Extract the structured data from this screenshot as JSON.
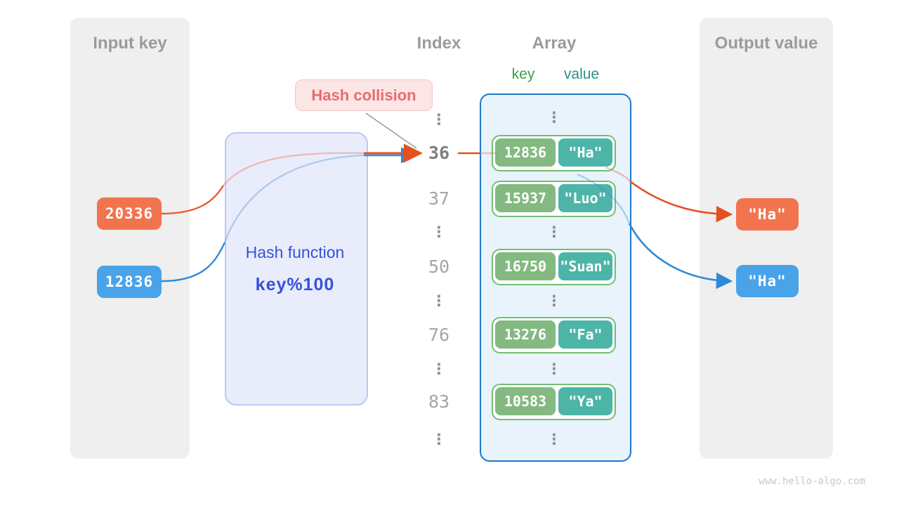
{
  "watermark": "www.hello-algo.com",
  "input_panel": {
    "title": "Input key",
    "keys": [
      {
        "label": "20336",
        "color": "#f1744e"
      },
      {
        "label": "12836",
        "color": "#49a3e8"
      }
    ]
  },
  "output_panel": {
    "title": "Output value",
    "values": [
      {
        "label": "\"Ha\"",
        "color": "#f1744e"
      },
      {
        "label": "\"Ha\"",
        "color": "#49a3e8"
      }
    ]
  },
  "hash_function": {
    "name": "Hash function",
    "formula": "key%100"
  },
  "collision": {
    "label": "Hash collision"
  },
  "index_column": {
    "title": "Index",
    "entries": [
      {
        "label": "⋮",
        "type": "ellipsis"
      },
      {
        "label": "36",
        "type": "index",
        "highlight": true
      },
      {
        "label": "37",
        "type": "index"
      },
      {
        "label": "⋮",
        "type": "ellipsis"
      },
      {
        "label": "50",
        "type": "index"
      },
      {
        "label": "⋮",
        "type": "ellipsis"
      },
      {
        "label": "76",
        "type": "index"
      },
      {
        "label": "⋮",
        "type": "ellipsis"
      },
      {
        "label": "83",
        "type": "index"
      },
      {
        "label": "⋮",
        "type": "ellipsis"
      }
    ]
  },
  "array": {
    "title": "Array",
    "key_header": "key",
    "value_header": "value",
    "ellipsis": "⋮",
    "pairs": [
      {
        "key": "12836",
        "value": "\"Ha\""
      },
      {
        "key": "15937",
        "value": "\"Luo\""
      },
      {
        "key": "16750",
        "value": "\"Suan\""
      },
      {
        "key": "13276",
        "value": "\"Fa\""
      },
      {
        "key": "10583",
        "value": "\"Ya\""
      }
    ]
  },
  "colors": {
    "input_orange": "#f1744e",
    "input_blue": "#49a3e8",
    "key_green": "#84b981",
    "value_teal": "#4db5a8",
    "arrow_orange": "#e2511f",
    "arrow_blue": "#3089d8",
    "collision_red": "#e96c6e"
  }
}
